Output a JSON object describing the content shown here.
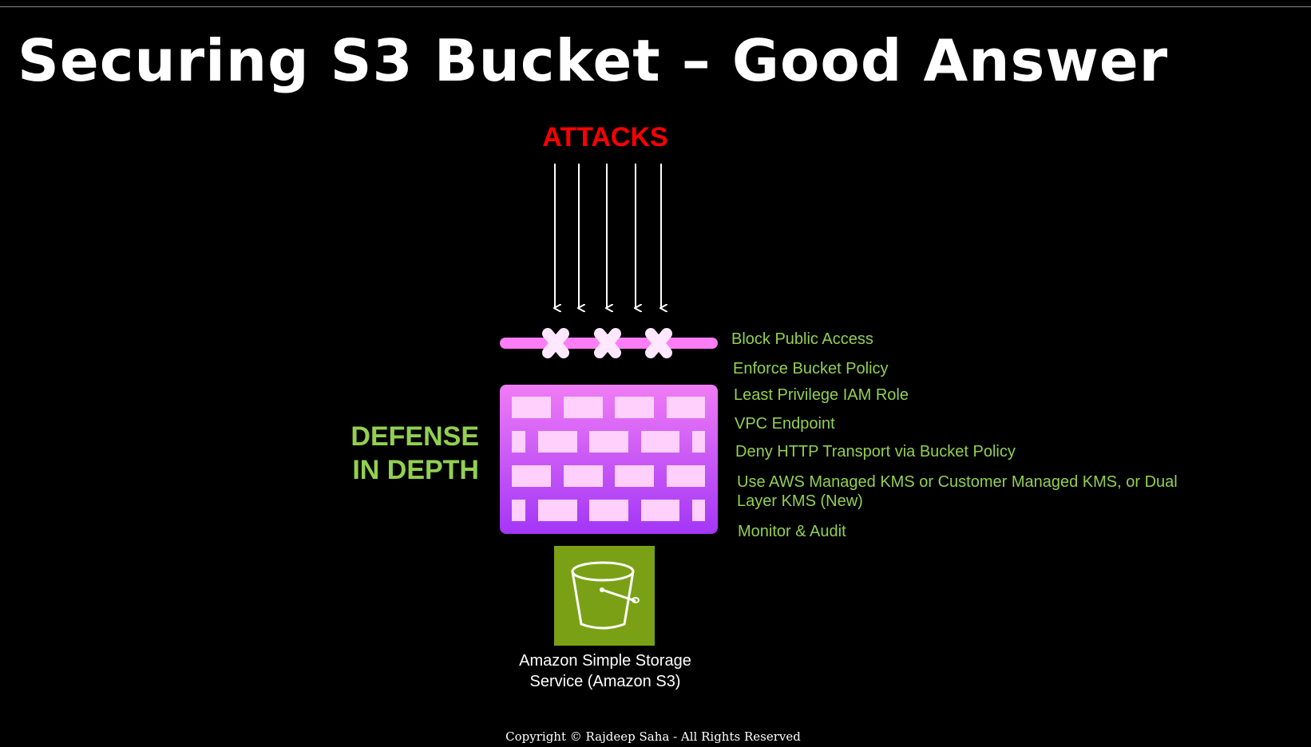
{
  "title": "Securing S3 Bucket – Good Answer",
  "attacks_label": "ATTACKS",
  "defense_label": [
    "DEFENSE",
    "IN DEPTH"
  ],
  "defenses": [
    "Block Public Access",
    "Enforce Bucket Policy",
    "Least Privilege IAM Role",
    "VPC Endpoint",
    "Deny HTTP Transport via Bucket Policy",
    "Use AWS Managed KMS or Customer Managed KMS, or Dual Layer KMS (New)",
    "Monitor & Audit"
  ],
  "s3_label": [
    "Amazon Simple Storage",
    "Service (Amazon S3)"
  ],
  "copyright": "Copyright © Rajdeep Saha - All Rights Reserved",
  "colors": {
    "attack": "#ff0000",
    "defense": "#92d050",
    "s3": "#7aa116",
    "fence_top": "#f07cf5",
    "fence_bottom": "#a336f7"
  }
}
